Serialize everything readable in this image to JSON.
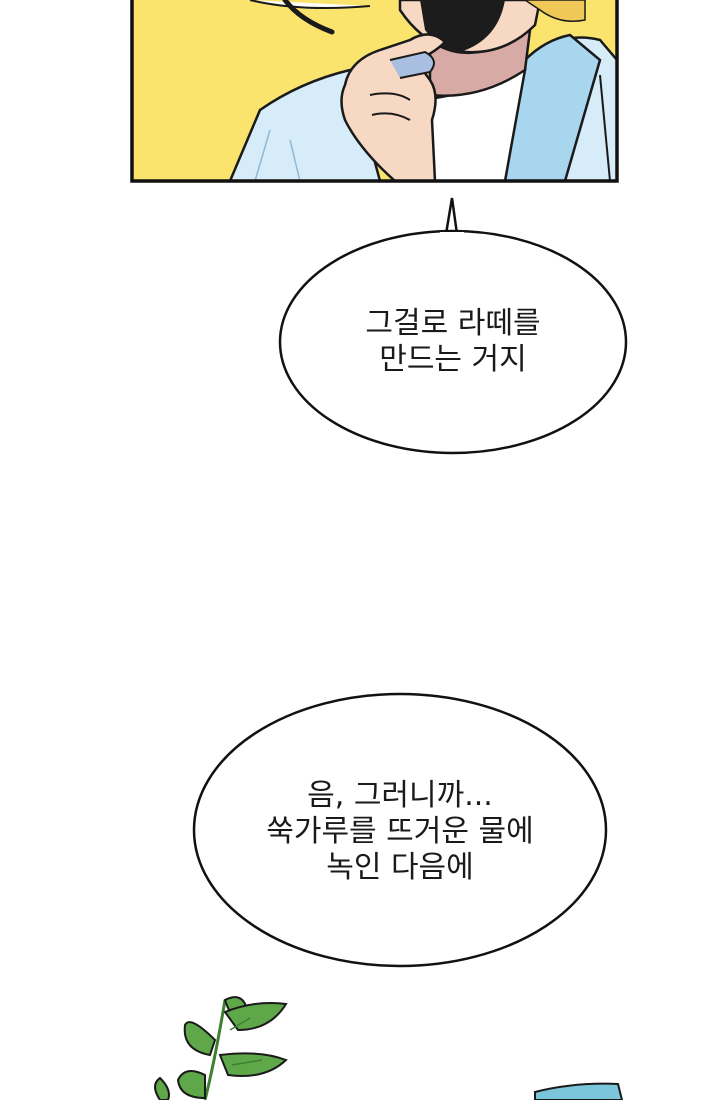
{
  "panel_1": {
    "description_icon": "character-hand-on-chin-icon",
    "colors": {
      "background": "#fbe46e",
      "jacket": "#d6ecf8",
      "jacket_dark": "#a9d6ef",
      "shirt": "#ffffff",
      "skin": "#f6d8c3",
      "neck_shadow": "#d8aaa5",
      "hair": "#1c1c1c",
      "outline": "#1a1a1a"
    }
  },
  "bubble_1": {
    "lines": [
      "그걸로 라떼를",
      "만드는 거지"
    ]
  },
  "bubble_2": {
    "lines": [
      "음, 그러니까...",
      "쑥가루를 뜨거운 물에",
      "녹인 다음에"
    ]
  },
  "panel_2": {
    "description_icon": "mugwort-leaves-icon",
    "colors": {
      "leaf": "#5fa84a",
      "leaf_dark": "#3e7f32",
      "container": "#7cc6dc"
    }
  }
}
